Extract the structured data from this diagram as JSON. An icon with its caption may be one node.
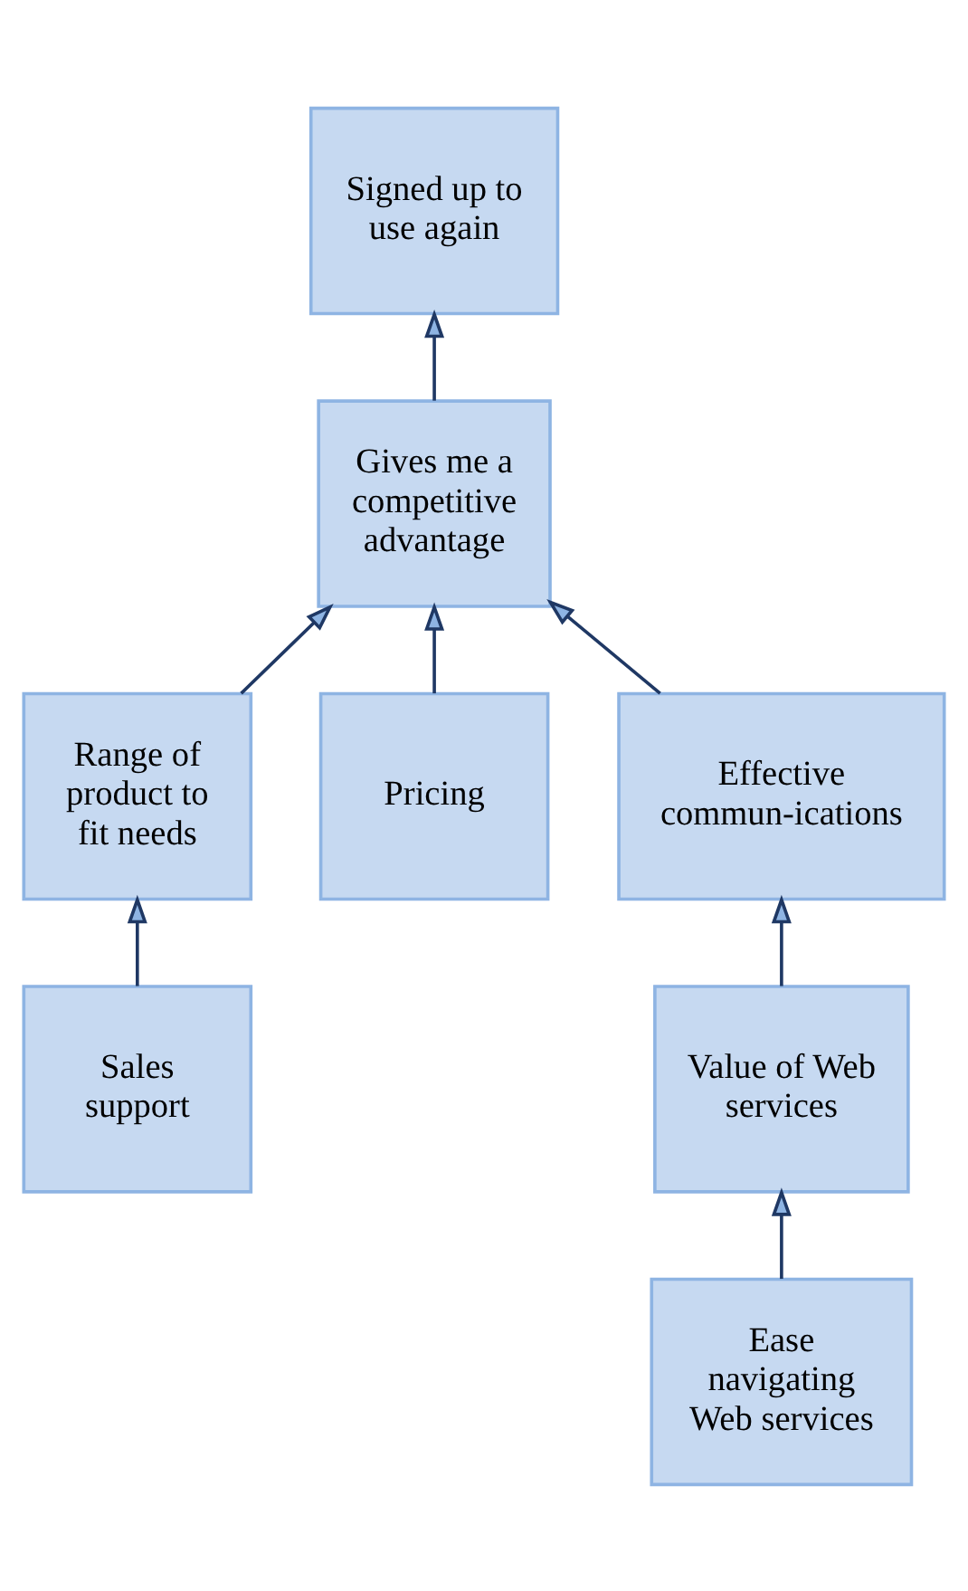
{
  "diagram": {
    "nodes": [
      {
        "text": [
          "Signed up to use again"
        ]
      },
      {
        "text": [
          "Gives me a competitive advantage"
        ]
      },
      {
        "text": [
          "Range of product to fit needs"
        ]
      },
      {
        "text": [
          "Pricing"
        ]
      },
      {
        "text": [
          "Effective commun-ications"
        ]
      },
      {
        "text": [
          "Sales support"
        ]
      },
      {
        "text": [
          "Value of Web services"
        ]
      },
      {
        "text": [
          "Ease navigating Web services"
        ]
      }
    ],
    "edges": [
      {
        "from": 1,
        "to": 0,
        "arrow": "to"
      },
      {
        "from": 2,
        "to": 1,
        "arrow": "to"
      },
      {
        "from": 3,
        "to": 1,
        "arrow": "to"
      },
      {
        "from": 4,
        "to": 1,
        "arrow": "to"
      },
      {
        "from": 5,
        "to": 2,
        "arrow": "to"
      },
      {
        "from": 6,
        "to": 4,
        "arrow": "to"
      },
      {
        "from": 7,
        "to": 6,
        "arrow": "to"
      }
    ]
  }
}
